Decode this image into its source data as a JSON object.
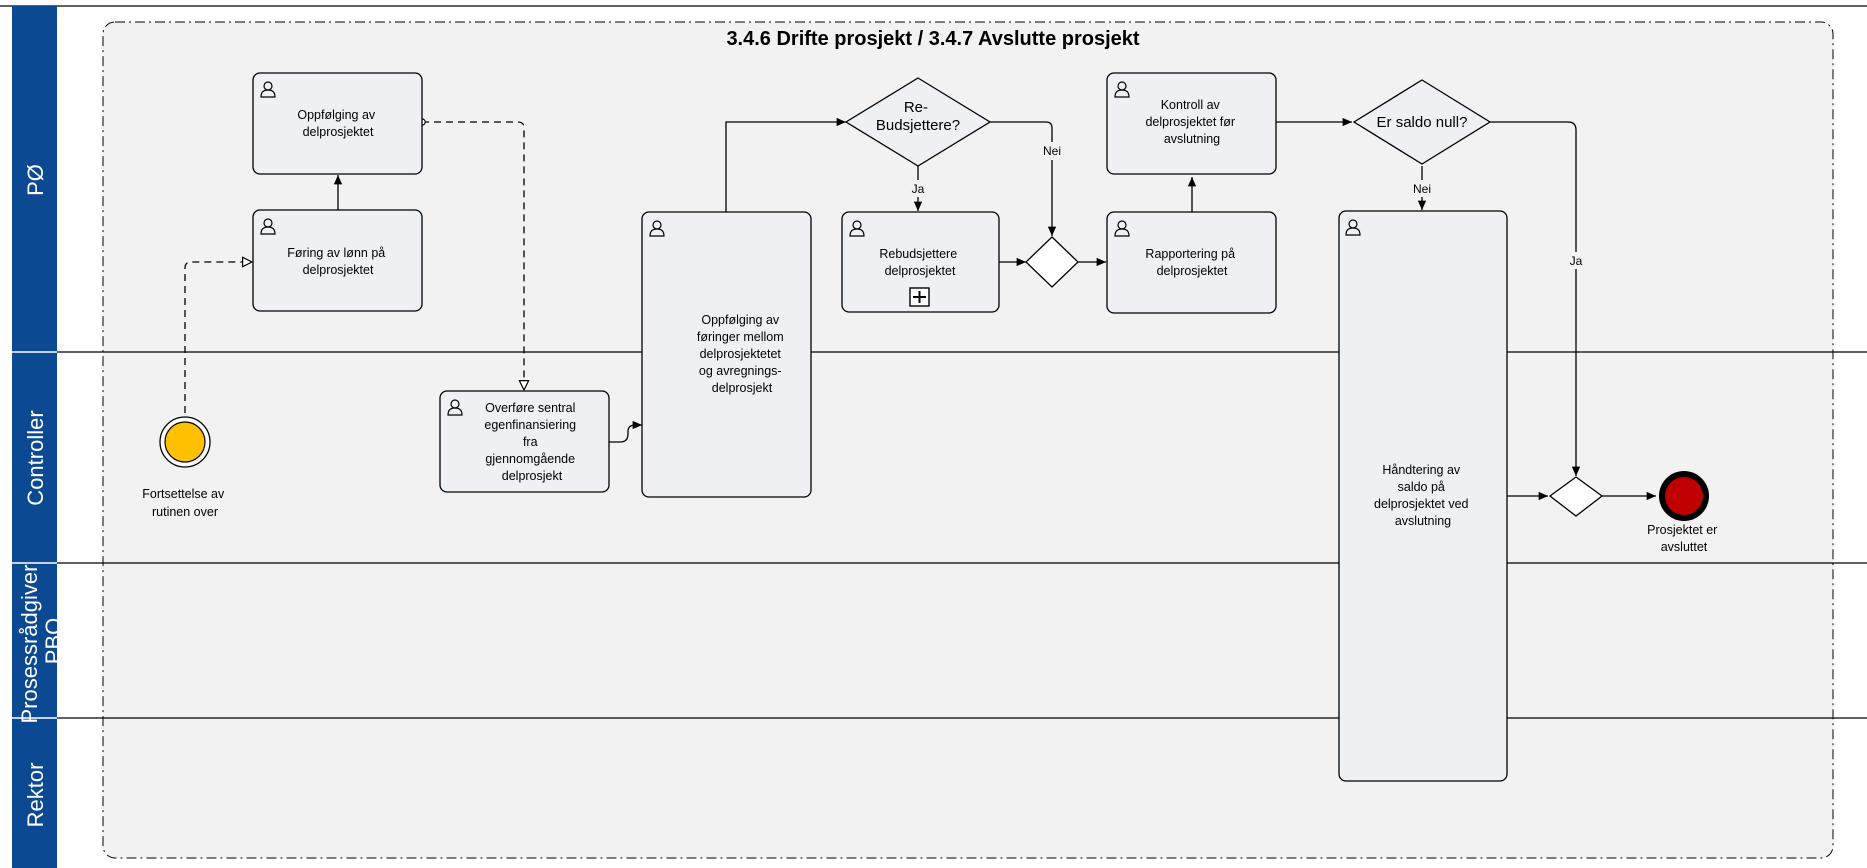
{
  "diagram": {
    "title": "3.4.6 Drifte prosjekt / 3.4.7 Avslutte prosjekt",
    "lanes": [
      {
        "id": "po",
        "lines": [
          "PØ"
        ]
      },
      {
        "id": "controller",
        "lines": [
          "Controller"
        ]
      },
      {
        "id": "prosessradgiver",
        "lines": [
          "Prosessrådgiver",
          "PBO"
        ]
      },
      {
        "id": "rektor",
        "lines": [
          "Rektor"
        ]
      }
    ],
    "tasks": {
      "oppfolging": [
        "Oppfølging av",
        "delprosjektet"
      ],
      "foring_lonn": [
        "Føring av lønn på",
        "delprosjektet"
      ],
      "overfore": [
        "Overføre sentral",
        "egenfinansiering",
        "fra",
        "gjennomgående",
        "delprosjekt"
      ],
      "foringer": [
        "Oppfølging av",
        "føringer mellom",
        "delprosjektetet",
        "og avregnings-",
        "delprosjekt"
      ],
      "rebudsjettere": [
        "Rebudsjettere",
        "delprosjektet"
      ],
      "kontroll": [
        "Kontroll av",
        "delprosjektet før",
        "avslutning"
      ],
      "rapportering": [
        "Rapportering på",
        "delprosjektet"
      ],
      "handtering": [
        "Håndtering av",
        "saldo på",
        "delprosjektet ved",
        "avslutning"
      ]
    },
    "gateways": {
      "rebudsjettere_q": [
        "Re-",
        "Budsjettere?"
      ],
      "saldo_q": [
        "Er saldo null?"
      ]
    },
    "events": {
      "start": [
        "Fortsettelse av",
        "rutinen over"
      ],
      "end": [
        "Prosjektet er",
        "avsluttet"
      ]
    },
    "flow_labels": {
      "nei_1": "Nei",
      "ja_1": "Ja",
      "nei_2": "Nei",
      "ja_2": "Ja"
    },
    "colors": {
      "lane_header": "#0b4a92",
      "pool_fill": "#f2f2f2",
      "task_fill": "#eef1f4",
      "start_event": "#ffc000",
      "end_event": "#c00000"
    }
  }
}
